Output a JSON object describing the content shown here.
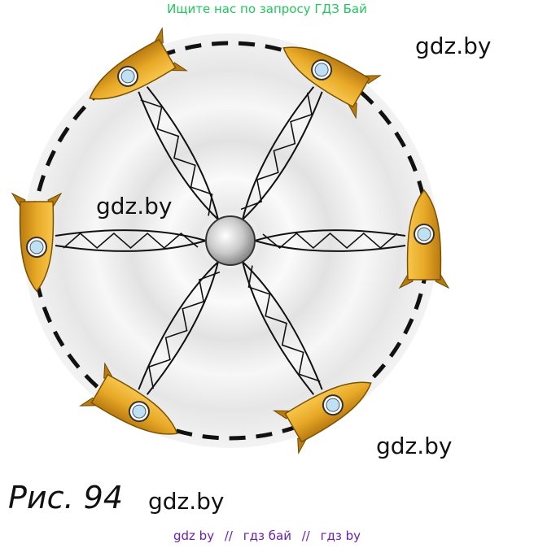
{
  "banner": "Ищите нас по запросу ГДЗ Бай",
  "watermarks": {
    "top_right": "gdz.by",
    "left": "gdz.by",
    "bottom_right": "gdz.by",
    "caption": "gdz.by"
  },
  "caption": "Рис. 94",
  "footer": {
    "link1": "gdz by",
    "sep1": "//",
    "link2": "гдз бай",
    "sep2": "//",
    "link3": "гдз by"
  },
  "colors": {
    "rocket_body": "#e8a927",
    "rocket_shade": "#b97a12",
    "window_blue": "#bfe1f5",
    "banner": "#22c55e",
    "footer": "#6b21a8"
  }
}
